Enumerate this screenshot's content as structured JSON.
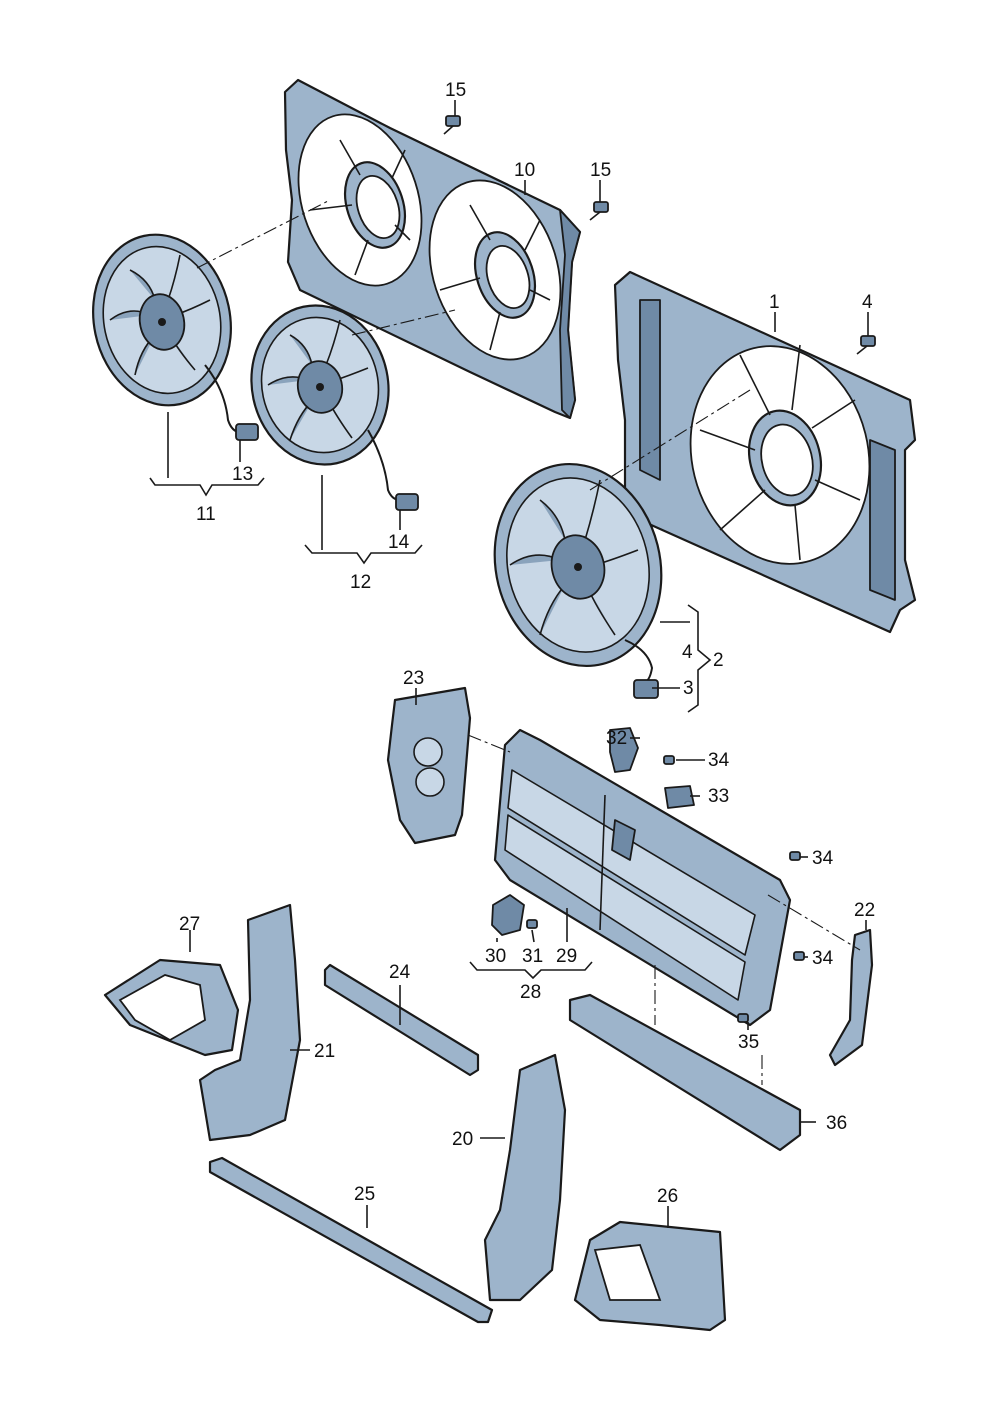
{
  "diagram": {
    "callouts": [
      "1",
      "2",
      "3",
      "4",
      "4",
      "10",
      "11",
      "12",
      "13",
      "14",
      "15",
      "15",
      "20",
      "21",
      "22",
      "23",
      "24",
      "25",
      "26",
      "27",
      "28",
      "29",
      "30",
      "31",
      "32",
      "33",
      "34",
      "34",
      "34",
      "35",
      "36"
    ]
  },
  "colors": {
    "part_fill": "#9db4cb",
    "part_shadow": "#6f8aa6",
    "part_highlight": "#c8d7e6",
    "outline": "#1a1a1a"
  }
}
